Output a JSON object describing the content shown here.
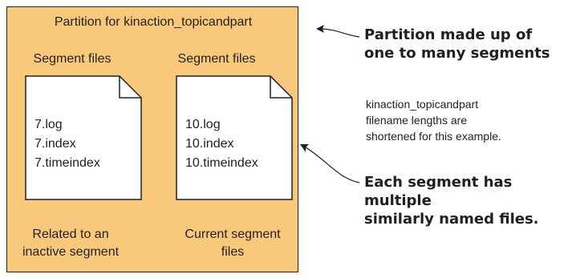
{
  "partition": {
    "title": "Partition for kinaction_topicandpart"
  },
  "segments": [
    {
      "heading": "Segment files",
      "files": [
        "7.log",
        "7.index",
        "7.timeindex"
      ],
      "caption_line1": "Related to an",
      "caption_line2": "inactive segment"
    },
    {
      "heading": "Segment files",
      "files": [
        "10.log",
        "10.index",
        "10.timeindex"
      ],
      "caption_line1": "Current segment",
      "caption_line2": "files"
    }
  ],
  "callouts": {
    "partition_line1": "Partition made up of",
    "partition_line2": "one to many segments",
    "note_line1": "kinaction_topicandpart",
    "note_line2": "filename lengths are",
    "note_line3": "shortened for this example.",
    "segment_line1": "Each segment has multiple",
    "segment_line2": "similarly named files."
  },
  "colors": {
    "partition_fill": "#f8c97a",
    "document_fill": "#ffffff",
    "stroke": "#231f20"
  }
}
